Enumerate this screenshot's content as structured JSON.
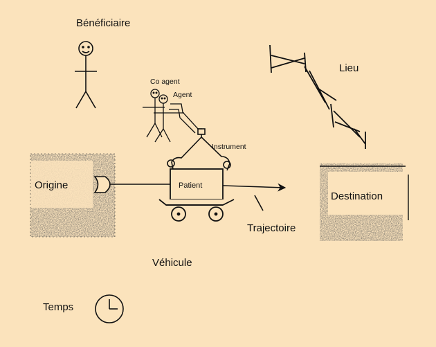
{
  "diagram": {
    "labels": {
      "beneficiaire": "Bénéficiaire",
      "lieu": "Lieu",
      "co_agent": "Co agent",
      "agent": "Agent",
      "instrument": "Instrument",
      "origine": "Origine",
      "patient": "Patient",
      "destination": "Destination",
      "trajectoire": "Trajectoire",
      "vehicule": "Véhicule",
      "temps": "Temps"
    },
    "colors": {
      "background": "#fbe3bc",
      "ink": "#111111",
      "texture_dark": "#2a2a2a"
    }
  }
}
